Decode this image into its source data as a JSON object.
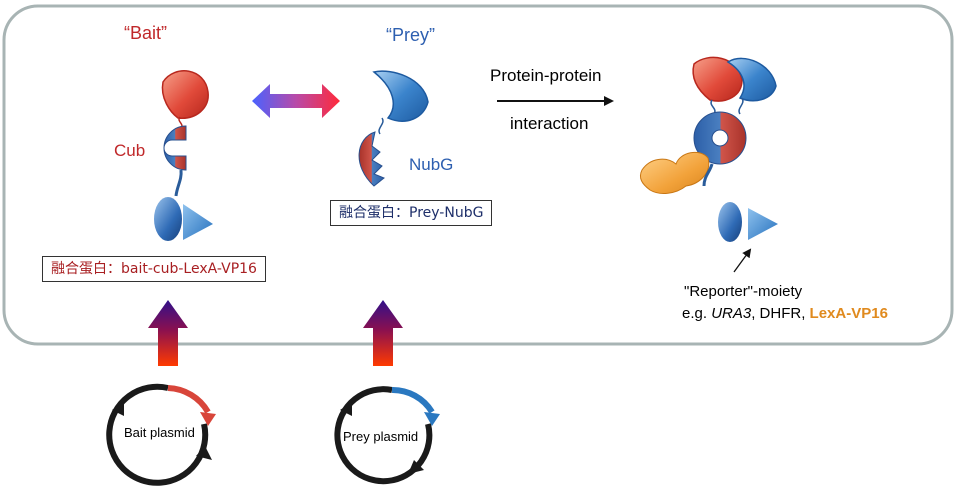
{
  "bait_title": "“Bait”",
  "prey_title": "“Prey”",
  "cub_label": "Cub",
  "nubg_label": "NubG",
  "prey_fusion_box": "融合蛋白：Prey-NubG",
  "bait_fusion_box": "融合蛋白：bait-cub-LexA-VP16",
  "ppi_line1": "Protein-protein",
  "ppi_line2": "interaction",
  "reporter_line1": "\"Reporter\"-moiety",
  "reporter_prefix": "e.g. ",
  "reporter_gene": "URA3",
  "reporter_mid": ", DHFR, ",
  "reporter_highlight": "LexA-VP16",
  "bait_plasmid": "Bait plasmid",
  "prey_plasmid": "Prey plasmid",
  "colors": {
    "bait_red": "#c0282a",
    "prey_blue": "#2d5fb0",
    "highlight_orange": "#e08a1e",
    "panel_border": "#a8b4b4"
  }
}
